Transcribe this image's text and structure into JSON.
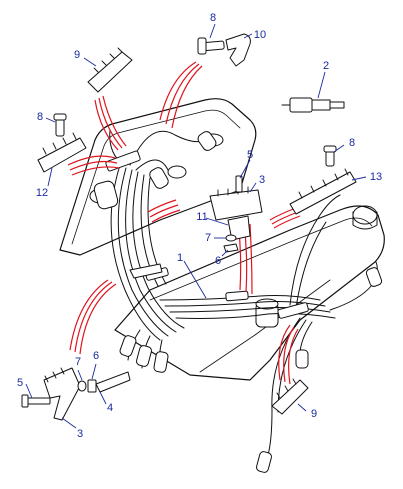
{
  "callouts": {
    "c1": "1",
    "c2": "2",
    "c3a": "3",
    "c3b": "3",
    "c4": "4",
    "c5a": "5",
    "c5b": "5",
    "c6a": "6",
    "c6b": "6",
    "c7a": "7",
    "c7b": "7",
    "c8a": "8",
    "c8b": "8",
    "c8c": "8",
    "c9a": "9",
    "c9b": "9",
    "c10": "10",
    "c11": "11",
    "c12": "12",
    "c13": "13"
  },
  "colors": {
    "ink": "#111111",
    "callout": "#1a2a9c",
    "highlight": "#e0141e"
  }
}
